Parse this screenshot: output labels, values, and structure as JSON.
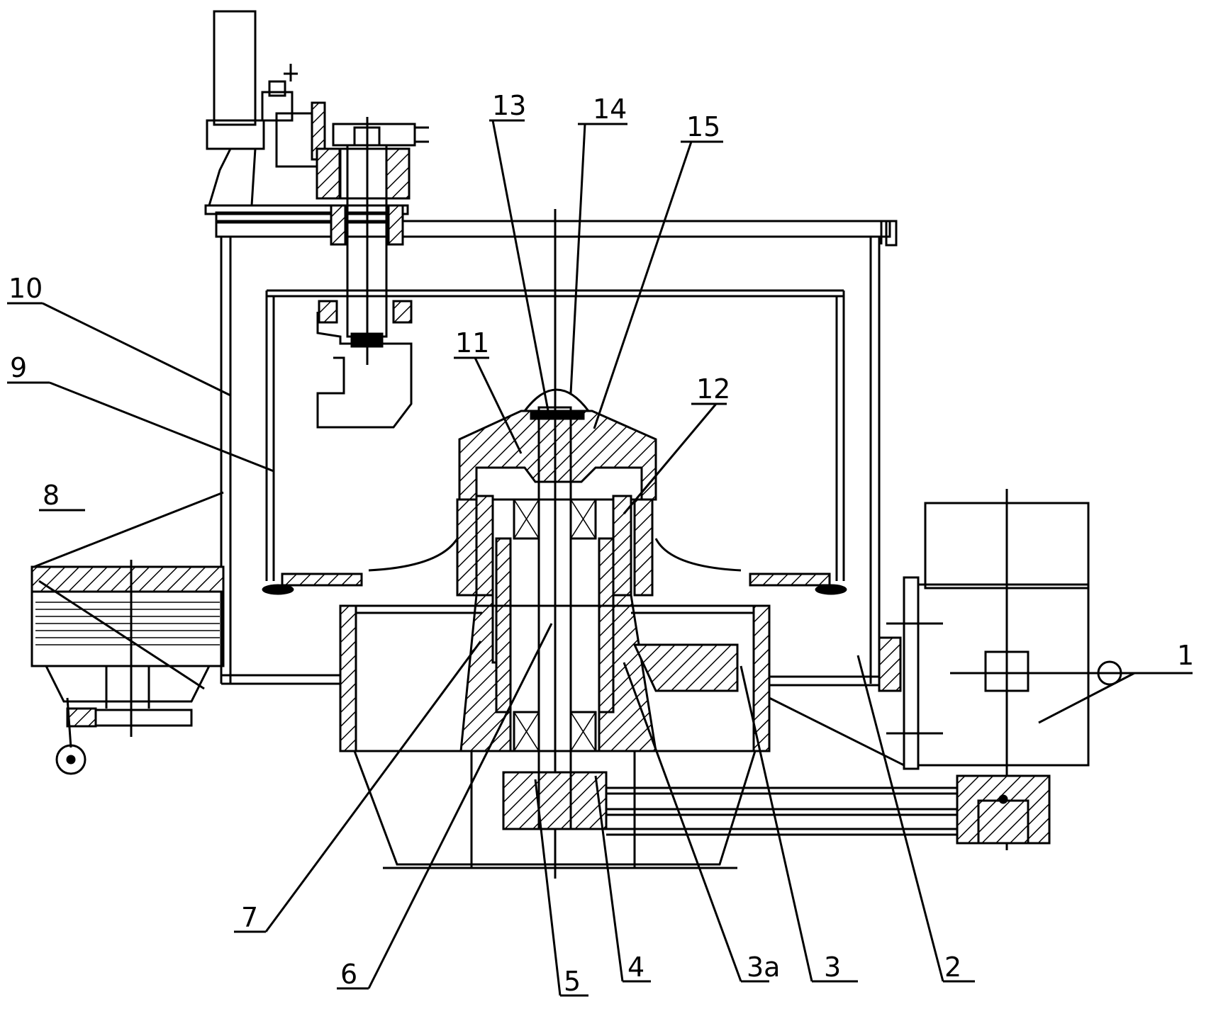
{
  "figure": {
    "labels": [
      {
        "id": "1",
        "text": "1"
      },
      {
        "id": "2",
        "text": "2"
      },
      {
        "id": "3",
        "text": "3"
      },
      {
        "id": "3a",
        "text": "3a"
      },
      {
        "id": "4",
        "text": "4"
      },
      {
        "id": "5",
        "text": "5"
      },
      {
        "id": "6",
        "text": "6"
      },
      {
        "id": "7",
        "text": "7"
      },
      {
        "id": "8",
        "text": "8"
      },
      {
        "id": "9",
        "text": "9"
      },
      {
        "id": "10",
        "text": "10"
      },
      {
        "id": "11",
        "text": "11"
      },
      {
        "id": "12",
        "text": "12"
      },
      {
        "id": "13",
        "text": "13"
      },
      {
        "id": "14",
        "text": "14"
      },
      {
        "id": "15",
        "text": "15"
      }
    ]
  }
}
